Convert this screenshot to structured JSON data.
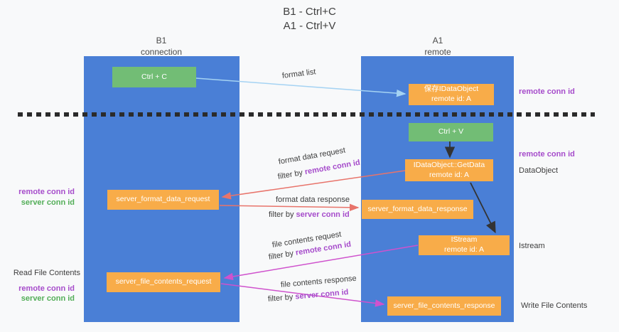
{
  "title": {
    "line1": "B1 - Ctrl+C",
    "line2": "A1 - Ctrl+V"
  },
  "lanes": {
    "left": {
      "name": "B1",
      "role": "connection"
    },
    "right": {
      "name": "A1",
      "role": "remote"
    }
  },
  "nodes": {
    "ctrl_c": {
      "label": "Ctrl + C"
    },
    "ctrl_v": {
      "label": "Ctrl + V"
    },
    "save_dataobject": {
      "line1": "保存IDataObject",
      "line2": "remote id: A"
    },
    "getdata": {
      "line1": "IDataObject::GetData",
      "line2": "remote id: A"
    },
    "istream": {
      "line1": "IStream",
      "line2": "remote id: A"
    },
    "format_request": {
      "label": "server_format_data_request"
    },
    "format_response": {
      "label": "server_format_data_response"
    },
    "file_request": {
      "label": "server_file_contents_request"
    },
    "file_response": {
      "label": "server_file_contents_response"
    }
  },
  "flow": {
    "format_list": "format list",
    "format_data_request": "format data request",
    "format_data_response": "format data response",
    "file_contents_request": "file contents request",
    "file_contents_response": "file contents response",
    "filter_by": "filter by",
    "remote_conn_id": "remote conn id",
    "server_conn_id": "server conn id"
  },
  "side": {
    "left": {
      "remote_conn_id": "remote conn id",
      "server_conn_id": "server conn id",
      "read_file_contents": "Read File Contents"
    },
    "right": {
      "remote_conn_id": "remote conn id",
      "dataobject": "DataObject",
      "istream": "Istream",
      "write_file_contents": "Write File Contents"
    }
  },
  "colors": {
    "lane-blue": "#4a7fd6",
    "box-orange": "#f8ac49",
    "box-green": "#72bd75",
    "arrow-red": "#e8746b",
    "arrow-magenta": "#cf52cd",
    "arrow-blue": "#a5d3f3",
    "arrow-black": "#333333",
    "text-purple": "#a64ccb",
    "text-green": "#53ae58",
    "dash-black": "#2b2b2b"
  }
}
